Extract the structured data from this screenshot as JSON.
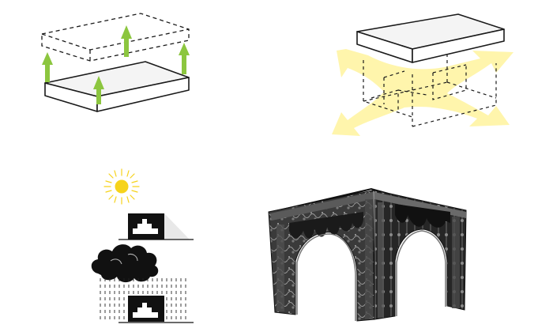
{
  "colors": {
    "background": "#ffffff",
    "outline": "#1a1a1a",
    "slab_fill": "#f4f4f4",
    "arrow_green": "#8cc63f",
    "wind_yellow": "#fff4a8",
    "sun_yellow": "#f6d31b",
    "cloud_black": "#111111",
    "pavilion_dark": "#2b2b2b",
    "pavilion_light": "#9a9a9a"
  },
  "panels": [
    {
      "id": "lift",
      "icons": [
        "slab-icon",
        "dashed-slab-icon",
        "up-arrow-icon"
      ]
    },
    {
      "id": "open-sides",
      "icons": [
        "slab-icon",
        "dashed-box-icon",
        "wind-arrow-icon"
      ]
    },
    {
      "id": "weather",
      "icons": [
        "sun-icon",
        "shelter-icon",
        "cloud-icon",
        "rain-icon"
      ]
    },
    {
      "id": "pavilion",
      "icons": [
        "pavilion-arches-icon"
      ]
    }
  ]
}
